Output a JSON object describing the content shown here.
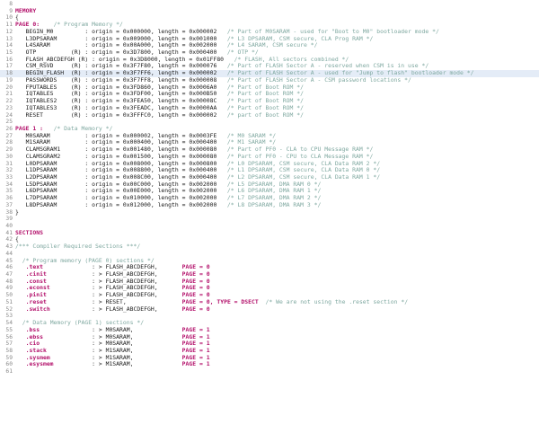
{
  "editor": {
    "language": "linker-command-file",
    "colors": {
      "background": "#ffffff",
      "text": "#1a1a1a",
      "keyword": "#b3116b",
      "comment": "#7fa8a0",
      "gutter": "#8a8a8a",
      "current_line_highlight": "#e4ecf7"
    },
    "first_visible_line": 8,
    "last_visible_line": 61,
    "current_line": 18
  },
  "lines": [
    {
      "n": "8",
      "tokens": []
    },
    {
      "n": "9",
      "tokens": [
        {
          "t": "kw",
          "s": "MEMORY"
        }
      ]
    },
    {
      "n": "10",
      "tokens": [
        {
          "t": "sym",
          "s": "{"
        }
      ]
    },
    {
      "n": "11",
      "tokens": [
        {
          "t": "kw",
          "s": "PAGE 0:"
        },
        {
          "t": "txt",
          "s": "    "
        },
        {
          "t": "cmt",
          "s": "/* Program Memory */"
        }
      ]
    },
    {
      "n": "12",
      "tokens": [
        {
          "t": "txt",
          "s": "   BEGIN_M0         : origin = 0x000000, length = 0x000002   "
        },
        {
          "t": "cmt",
          "s": "/* Part of M0SARAM - used for \"Boot to M0\" bootloader mode */"
        }
      ]
    },
    {
      "n": "13",
      "tokens": [
        {
          "t": "txt",
          "s": "   L3DPSARAM        : origin = 0x009000, length = 0x001000   "
        },
        {
          "t": "cmt",
          "s": "/* L3 DPSARAM, CSM secure, CLA Prog RAM */"
        }
      ]
    },
    {
      "n": "14",
      "tokens": [
        {
          "t": "txt",
          "s": "   L4SARAM          : origin = 0x00A000, length = 0x002000   "
        },
        {
          "t": "cmt",
          "s": "/* L4 SARAM, CSM secure */"
        }
      ]
    },
    {
      "n": "15",
      "tokens": [
        {
          "t": "txt",
          "s": "   OTP          (R) : origin = 0x3D7800, length = 0x000400   "
        },
        {
          "t": "cmt",
          "s": "/* OTP */"
        }
      ]
    },
    {
      "n": "16",
      "tokens": [
        {
          "t": "txt",
          "s": "   FLASH_ABCDEFGH (R) : origin = 0x3D8000, length = 0x01FF80   "
        },
        {
          "t": "cmt",
          "s": "/* FLASH, All sectors combined */"
        }
      ]
    },
    {
      "n": "17",
      "tokens": [
        {
          "t": "txt",
          "s": "   CSM_RSVD     (R) : origin = 0x3F7F80, length = 0x000076   "
        },
        {
          "t": "cmt",
          "s": "/* Part of FLASH Sector A - reserved when CSM is in use */"
        }
      ]
    },
    {
      "n": "18",
      "highlight": true,
      "tokens": [
        {
          "t": "txt",
          "s": "   BEGIN_FLASH  (R) : origin = 0x3F7FF6, length = 0x000002   "
        },
        {
          "t": "cmt",
          "s": "/* Part of FLASH Sector A - used for \"Jump to flash\" bootloader mode */"
        }
      ]
    },
    {
      "n": "19",
      "tokens": [
        {
          "t": "txt",
          "s": "   PASSWORDS    (R) : origin = 0x3F7FF8, length = 0x000008   "
        },
        {
          "t": "cmt",
          "s": "/* Part of FLASH Sector A - CSM password locations */"
        }
      ]
    },
    {
      "n": "20",
      "tokens": [
        {
          "t": "txt",
          "s": "   FPUTABLES    (R) : origin = 0x3FD860, length = 0x0006A0   "
        },
        {
          "t": "cmt",
          "s": "/* Part of Boot ROM */"
        }
      ]
    },
    {
      "n": "21",
      "tokens": [
        {
          "t": "txt",
          "s": "   IQTABLES     (R) : origin = 0x3FDF00, length = 0x000B50   "
        },
        {
          "t": "cmt",
          "s": "/* Part of Boot ROM */"
        }
      ]
    },
    {
      "n": "22",
      "tokens": [
        {
          "t": "txt",
          "s": "   IQTABLES2    (R) : origin = 0x3FEA50, length = 0x00008C   "
        },
        {
          "t": "cmt",
          "s": "/* Part of Boot ROM */"
        }
      ]
    },
    {
      "n": "23",
      "tokens": [
        {
          "t": "txt",
          "s": "   IQTABLES3    (R) : origin = 0x3FEADC, length = 0x0000AA   "
        },
        {
          "t": "cmt",
          "s": "/* Part of Boot ROM */"
        }
      ]
    },
    {
      "n": "24",
      "tokens": [
        {
          "t": "txt",
          "s": "   RESET        (R) : origin = 0x3FFFC0, length = 0x000002   "
        },
        {
          "t": "cmt",
          "s": "/* part of Boot ROM */"
        }
      ]
    },
    {
      "n": "25",
      "tokens": []
    },
    {
      "n": "26",
      "tokens": [
        {
          "t": "kw",
          "s": "PAGE 1 :"
        },
        {
          "t": "txt",
          "s": "   "
        },
        {
          "t": "cmt",
          "s": "/* Data Memory */"
        }
      ]
    },
    {
      "n": "27",
      "tokens": [
        {
          "t": "txt",
          "s": "   M0SARAM          : origin = 0x000002, length = 0x0003FE   "
        },
        {
          "t": "cmt",
          "s": "/* M0 SARAM */"
        }
      ]
    },
    {
      "n": "28",
      "tokens": [
        {
          "t": "txt",
          "s": "   M1SARAM          : origin = 0x000400, length = 0x000400   "
        },
        {
          "t": "cmt",
          "s": "/* M1 SARAM */"
        }
      ]
    },
    {
      "n": "29",
      "tokens": [
        {
          "t": "txt",
          "s": "   CLAMSGRAM1       : origin = 0x001480, length = 0x000080   "
        },
        {
          "t": "cmt",
          "s": "/* Part of PF0 - CLA to CPU Message RAM */"
        }
      ]
    },
    {
      "n": "30",
      "tokens": [
        {
          "t": "txt",
          "s": "   CLAMSGRAM2       : origin = 0x001500, length = 0x000080   "
        },
        {
          "t": "cmt",
          "s": "/* Part of PF0 - CPU to CLA Message RAM */"
        }
      ]
    },
    {
      "n": "31",
      "tokens": [
        {
          "t": "txt",
          "s": "   L0DPSARAM        : origin = 0x008000, length = 0x000800   "
        },
        {
          "t": "cmt",
          "s": "/* L0 DPSARAM, CSM secure, CLA Data RAM 2 */"
        }
      ]
    },
    {
      "n": "32",
      "tokens": [
        {
          "t": "txt",
          "s": "   L1DPSARAM        : origin = 0x008800, length = 0x000400   "
        },
        {
          "t": "cmt",
          "s": "/* L1 DPSARAM, CSM secure, CLA Data RAM 0 */"
        }
      ]
    },
    {
      "n": "33",
      "tokens": [
        {
          "t": "txt",
          "s": "   L2DPSARAM        : origin = 0x008C00, length = 0x000400   "
        },
        {
          "t": "cmt",
          "s": "/* L2 DPSARAM, CSM secure, CLA Data RAM 1 */"
        }
      ]
    },
    {
      "n": "34",
      "tokens": [
        {
          "t": "txt",
          "s": "   L5DPSARAM        : origin = 0x00C000, length = 0x002000   "
        },
        {
          "t": "cmt",
          "s": "/* L5 DPSARAM, DMA RAM 0 */"
        }
      ]
    },
    {
      "n": "35",
      "tokens": [
        {
          "t": "txt",
          "s": "   L6DPSARAM        : origin = 0x00E000, length = 0x002000   "
        },
        {
          "t": "cmt",
          "s": "/* L6 DPSARAM, DMA RAM 1 */"
        }
      ]
    },
    {
      "n": "36",
      "tokens": [
        {
          "t": "txt",
          "s": "   L7DPSARAM        : origin = 0x010000, length = 0x002000   "
        },
        {
          "t": "cmt",
          "s": "/* L7 DPSARAM, DMA RAM 2 */"
        }
      ]
    },
    {
      "n": "37",
      "tokens": [
        {
          "t": "txt",
          "s": "   L8DPSARAM        : origin = 0x012000, length = 0x002000   "
        },
        {
          "t": "cmt",
          "s": "/* L8 DPSARAM, DMA RAM 3 */"
        }
      ]
    },
    {
      "n": "38",
      "tokens": [
        {
          "t": "sym",
          "s": "}"
        }
      ]
    },
    {
      "n": "39",
      "tokens": []
    },
    {
      "n": "40",
      "tokens": []
    },
    {
      "n": "41",
      "tokens": [
        {
          "t": "kw",
          "s": "SECTIONS"
        }
      ]
    },
    {
      "n": "42",
      "tokens": [
        {
          "t": "sym",
          "s": "{"
        }
      ]
    },
    {
      "n": "43",
      "tokens": [
        {
          "t": "cmt",
          "s": "/*** Compiler Required Sections ***/"
        }
      ]
    },
    {
      "n": "44",
      "tokens": []
    },
    {
      "n": "45",
      "tokens": [
        {
          "t": "txt",
          "s": "  "
        },
        {
          "t": "cmt",
          "s": "/* Program memory (PAGE 0) sections */"
        }
      ]
    },
    {
      "n": "46",
      "tokens": [
        {
          "t": "txt",
          "s": "   "
        },
        {
          "t": "kw",
          "s": ".text"
        },
        {
          "t": "txt",
          "s": "              : > FLASH_ABCDEFGH,       "
        },
        {
          "t": "kw",
          "s": "PAGE = 0"
        }
      ]
    },
    {
      "n": "47",
      "tokens": [
        {
          "t": "txt",
          "s": "   "
        },
        {
          "t": "kw",
          "s": ".cinit"
        },
        {
          "t": "txt",
          "s": "             : > FLASH_ABCDEFGH,       "
        },
        {
          "t": "kw",
          "s": "PAGE = 0"
        }
      ]
    },
    {
      "n": "48",
      "tokens": [
        {
          "t": "txt",
          "s": "   "
        },
        {
          "t": "kw",
          "s": ".const"
        },
        {
          "t": "txt",
          "s": "             : > FLASH_ABCDEFGH,       "
        },
        {
          "t": "kw",
          "s": "PAGE = 0"
        }
      ]
    },
    {
      "n": "49",
      "tokens": [
        {
          "t": "txt",
          "s": "   "
        },
        {
          "t": "kw",
          "s": ".econst"
        },
        {
          "t": "txt",
          "s": "            : > FLASH_ABCDEFGH,       "
        },
        {
          "t": "kw",
          "s": "PAGE = 0"
        }
      ]
    },
    {
      "n": "50",
      "tokens": [
        {
          "t": "txt",
          "s": "   "
        },
        {
          "t": "kw",
          "s": ".pinit"
        },
        {
          "t": "txt",
          "s": "             : > FLASH_ABCDEFGH,       "
        },
        {
          "t": "kw",
          "s": "PAGE = 0"
        }
      ]
    },
    {
      "n": "51",
      "tokens": [
        {
          "t": "txt",
          "s": "   "
        },
        {
          "t": "kw",
          "s": ".reset"
        },
        {
          "t": "txt",
          "s": "             : > RESET,                "
        },
        {
          "t": "kw",
          "s": "PAGE = 0, TYPE = DSECT"
        },
        {
          "t": "txt",
          "s": "  "
        },
        {
          "t": "cmt",
          "s": "/* We are not using the .reset section */"
        }
      ]
    },
    {
      "n": "52",
      "tokens": [
        {
          "t": "txt",
          "s": "   "
        },
        {
          "t": "kw",
          "s": ".switch"
        },
        {
          "t": "txt",
          "s": "            : > FLASH_ABCDEFGH,       "
        },
        {
          "t": "kw",
          "s": "PAGE = 0"
        }
      ]
    },
    {
      "n": "53",
      "tokens": []
    },
    {
      "n": "54",
      "tokens": [
        {
          "t": "txt",
          "s": "  "
        },
        {
          "t": "cmt",
          "s": "/* Data Memory (PAGE 1) sections */"
        }
      ]
    },
    {
      "n": "55",
      "tokens": [
        {
          "t": "txt",
          "s": "   "
        },
        {
          "t": "kw",
          "s": ".bss"
        },
        {
          "t": "txt",
          "s": "               : > M0SARAM,              "
        },
        {
          "t": "kw",
          "s": "PAGE = 1"
        }
      ]
    },
    {
      "n": "56",
      "tokens": [
        {
          "t": "txt",
          "s": "   "
        },
        {
          "t": "kw",
          "s": ".ebss"
        },
        {
          "t": "txt",
          "s": "              : > M0SARAM,              "
        },
        {
          "t": "kw",
          "s": "PAGE = 1"
        }
      ]
    },
    {
      "n": "57",
      "tokens": [
        {
          "t": "txt",
          "s": "   "
        },
        {
          "t": "kw",
          "s": ".cio"
        },
        {
          "t": "txt",
          "s": "               : > M0SARAM,              "
        },
        {
          "t": "kw",
          "s": "PAGE = 1"
        }
      ]
    },
    {
      "n": "58",
      "tokens": [
        {
          "t": "txt",
          "s": "   "
        },
        {
          "t": "kw",
          "s": ".stack"
        },
        {
          "t": "txt",
          "s": "             : > M1SARAM,              "
        },
        {
          "t": "kw",
          "s": "PAGE = 1"
        }
      ]
    },
    {
      "n": "59",
      "tokens": [
        {
          "t": "txt",
          "s": "   "
        },
        {
          "t": "kw",
          "s": ".sysmem"
        },
        {
          "t": "txt",
          "s": "            : > M1SARAM,              "
        },
        {
          "t": "kw",
          "s": "PAGE = 1"
        }
      ]
    },
    {
      "n": "60",
      "tokens": [
        {
          "t": "txt",
          "s": "   "
        },
        {
          "t": "kw",
          "s": ".esysmem"
        },
        {
          "t": "txt",
          "s": "           : > M1SARAM,              "
        },
        {
          "t": "kw",
          "s": "PAGE = 1"
        }
      ]
    },
    {
      "n": "61",
      "tokens": []
    }
  ]
}
